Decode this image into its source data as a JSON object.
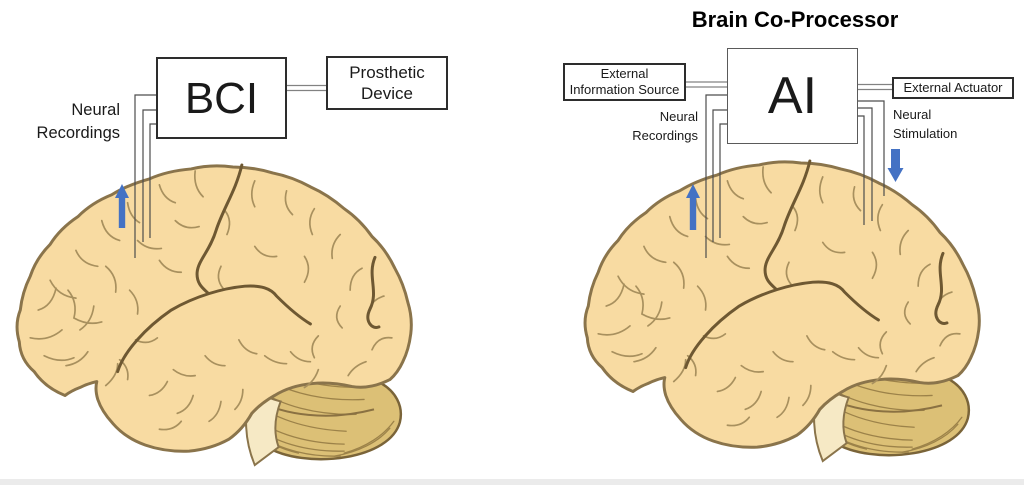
{
  "figure": {
    "left_panel": {
      "bci_box": "BCI",
      "prosthetic_box": {
        "line1": "Prosthetic",
        "line2": "Device"
      },
      "neural_recordings": {
        "line1": "Neural",
        "line2": "Recordings"
      }
    },
    "right_panel": {
      "title": "Brain Co-Processor",
      "ai_box": "AI",
      "external_information_source": {
        "line1": "External",
        "line2": "Information Source"
      },
      "external_actuator": "External Actuator",
      "neural_recordings": {
        "line1": "Neural",
        "line2": "Recordings"
      },
      "neural_stimulation": {
        "line1": "Neural",
        "line2": "Stimulation"
      }
    },
    "colors": {
      "arrow_blue": "#4472C4",
      "brain_fill": "#F8DBA2",
      "brain_outline": "#8A744B",
      "sulci_light": "#A8905E",
      "sulci_dark": "#6E5832",
      "cerebellum_fill": "#DCC076",
      "cerebellum_stripe": "#9C8249",
      "brainstem_fill": "#F6E9C5",
      "wire_gray": "#4d4d4d",
      "connector_gray": "#828282",
      "box_border": "#2d2d2d"
    }
  }
}
